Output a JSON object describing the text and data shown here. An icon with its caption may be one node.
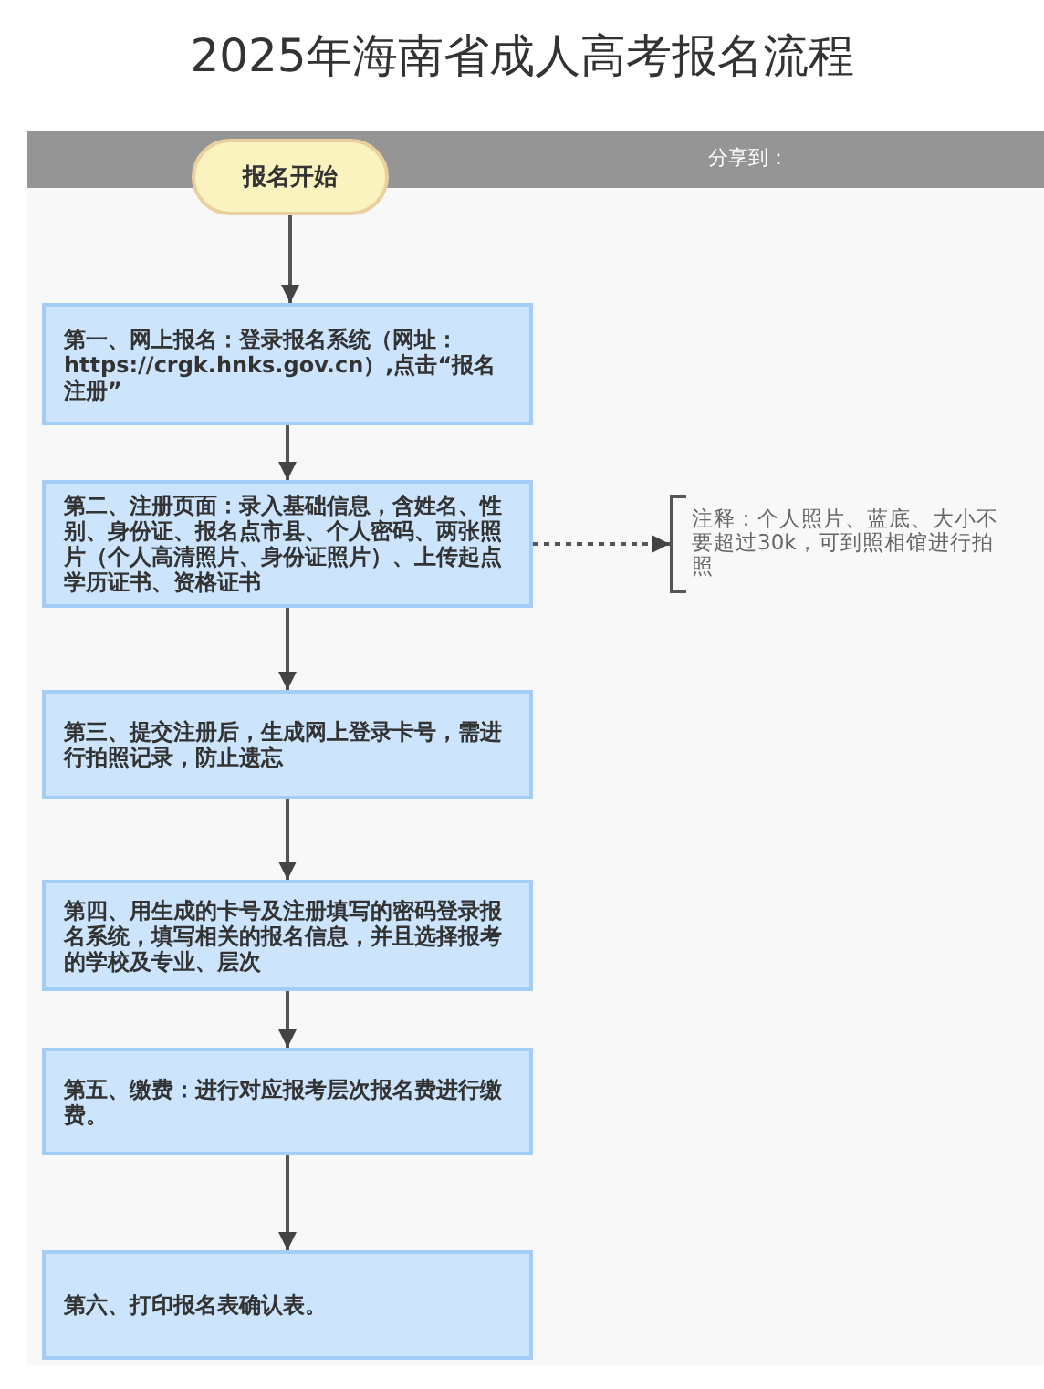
{
  "diagram": {
    "title": "2025年海南省成人高考报名流程",
    "nodes": [
      {
        "text": [
          "报名开始"
        ]
      },
      {
        "text": [
          "第一、网上报名：登录报名系统（网址：https://crgk.hnks.gov.cn）,点击“报名注册”"
        ]
      },
      {
        "text": [
          "第二、注册页面：录入基础信息，含姓名、性别、身份证、报名点市县、个人密码、两张照片（个人高清照片、身份证照片）、上传起点学历证书、资格证书"
        ]
      },
      {
        "text": [
          "注释：个人照片、蓝底、大小不要超过30k，可到照相馆进行拍照"
        ]
      },
      {
        "text": [
          "第三、提交注册后，生成网上登录卡号，需进行拍照记录，防止遗忘"
        ]
      },
      {
        "text": [
          "第四、用生成的卡号及注册填写的密码登录报名系统，填写相关的报名信息，并且选择报考的学校及专业、层次"
        ]
      },
      {
        "text": [
          "第五、缴费：进行对应报考层次报名费进行缴费。"
        ]
      },
      {
        "text": [
          "第六、打印报名表确认表。"
        ]
      }
    ],
    "edges": [
      {
        "from": 0,
        "to": 1,
        "arrow": "to"
      },
      {
        "from": 1,
        "to": 2,
        "arrow": "to"
      },
      {
        "from": 2,
        "to": 3,
        "arrow": "to",
        "style": "dashed"
      },
      {
        "from": 2,
        "to": 4,
        "arrow": "to"
      },
      {
        "from": 4,
        "to": 5,
        "arrow": "to"
      },
      {
        "from": 5,
        "to": 6,
        "arrow": "to"
      },
      {
        "from": 6,
        "to": 7,
        "arrow": "to"
      }
    ],
    "labels": [
      "分享到："
    ]
  }
}
